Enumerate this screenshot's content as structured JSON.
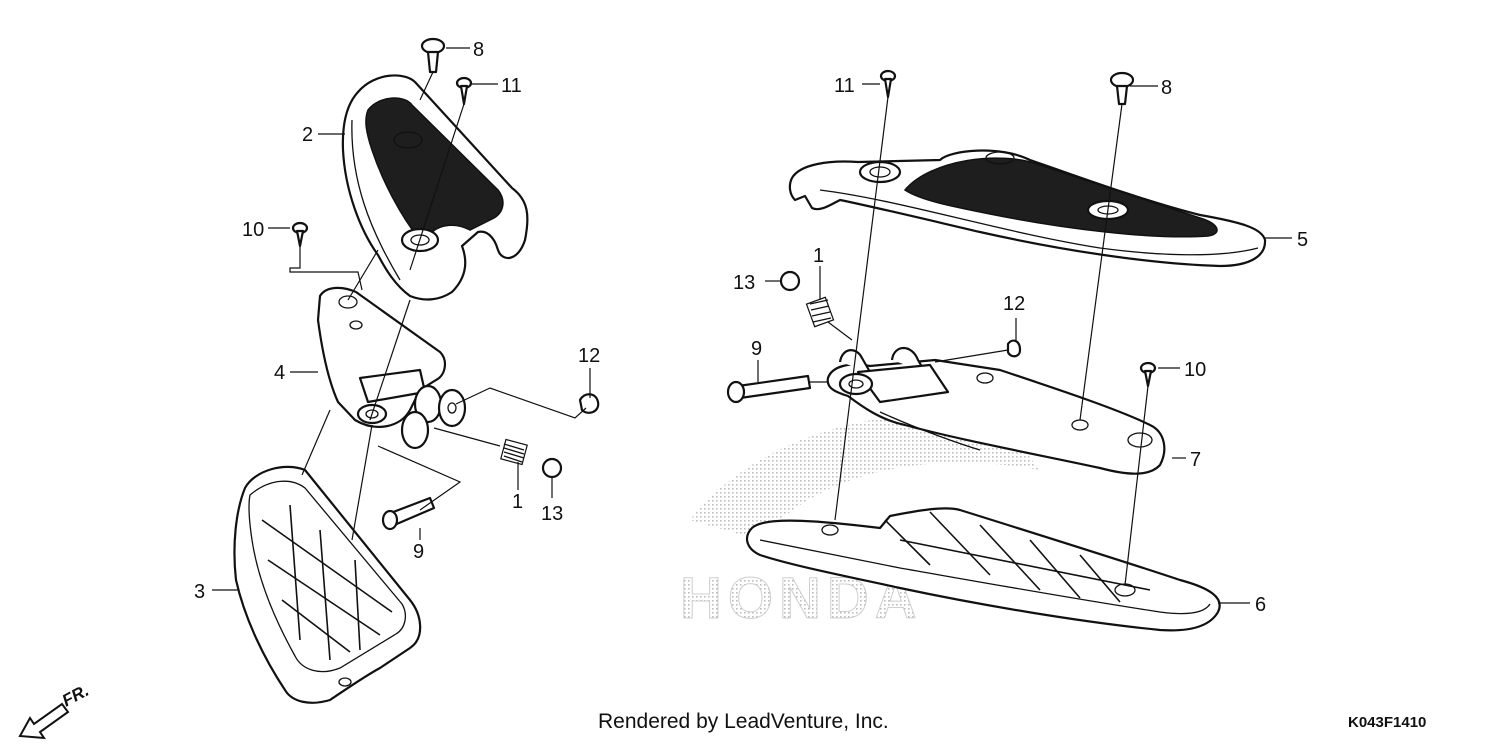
{
  "callouts": {
    "c1a": "1",
    "c1b": "1",
    "c2": "2",
    "c3": "3",
    "c4": "4",
    "c5": "5",
    "c6": "6",
    "c7": "7",
    "c8a": "8",
    "c8b": "8",
    "c9a": "9",
    "c9b": "9",
    "c10a": "10",
    "c10b": "10",
    "c11a": "11",
    "c11b": "11",
    "c12a": "12",
    "c12b": "12",
    "c13a": "13",
    "c13b": "13"
  },
  "watermark": "HONDA",
  "direction_label": "FR.",
  "footer": {
    "credit": "Rendered by LeadVenture, Inc.",
    "code": "K043F1410"
  },
  "icons": [
    "front-direction-arrow-icon"
  ]
}
